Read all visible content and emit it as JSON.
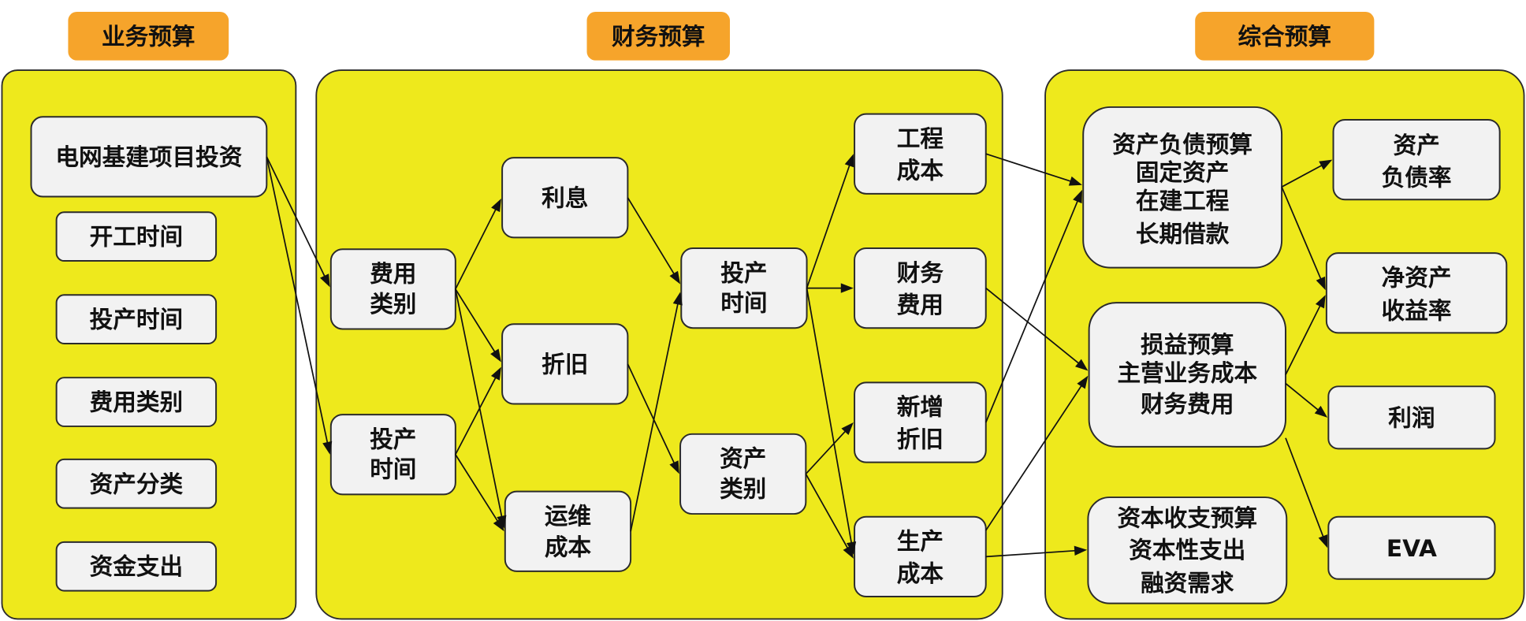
{
  "colors": {
    "panel": "#EEE91C",
    "header": "#F6A42B",
    "node_fill": "#F2F2F2",
    "outline": "#2B2B2B",
    "text": "#111111"
  },
  "business": {
    "title": "业务预算",
    "investment": "电网基建项目投资",
    "attributes": [
      "开工时间",
      "投产时间",
      "费用类别",
      "资产分类",
      "资金支出"
    ]
  },
  "finance": {
    "title": "财务预算",
    "expense_category": [
      "费用",
      "类别"
    ],
    "commissioning_time": [
      "投产",
      "时间"
    ],
    "interest": [
      "利息"
    ],
    "depreciation": [
      "折旧"
    ],
    "om_cost": [
      "运维",
      "成本"
    ],
    "commissioning_time_2": [
      "投产",
      "时间"
    ],
    "asset_category": [
      "资产",
      "类别"
    ],
    "engineering_cost": [
      "工程",
      "成本"
    ],
    "financial_expense": [
      "财务",
      "费用"
    ],
    "new_depreciation": [
      "新增",
      "折旧"
    ],
    "production_cost": [
      "生产",
      "成本"
    ]
  },
  "comprehensive": {
    "title": "综合预算",
    "balance_sheet": [
      "资产负债预算",
      "固定资产",
      "在建工程",
      "长期借款"
    ],
    "income_statement": [
      "损益预算",
      "主营业务成本",
      "财务费用"
    ],
    "capital_budget": [
      "资本收支预算",
      "资本性支出",
      "融资需求"
    ],
    "debt_ratio": [
      "资产",
      "负债率"
    ],
    "roe": [
      "净资产",
      "收益率"
    ],
    "profit": [
      "利润"
    ],
    "eva": [
      "EVA"
    ]
  }
}
